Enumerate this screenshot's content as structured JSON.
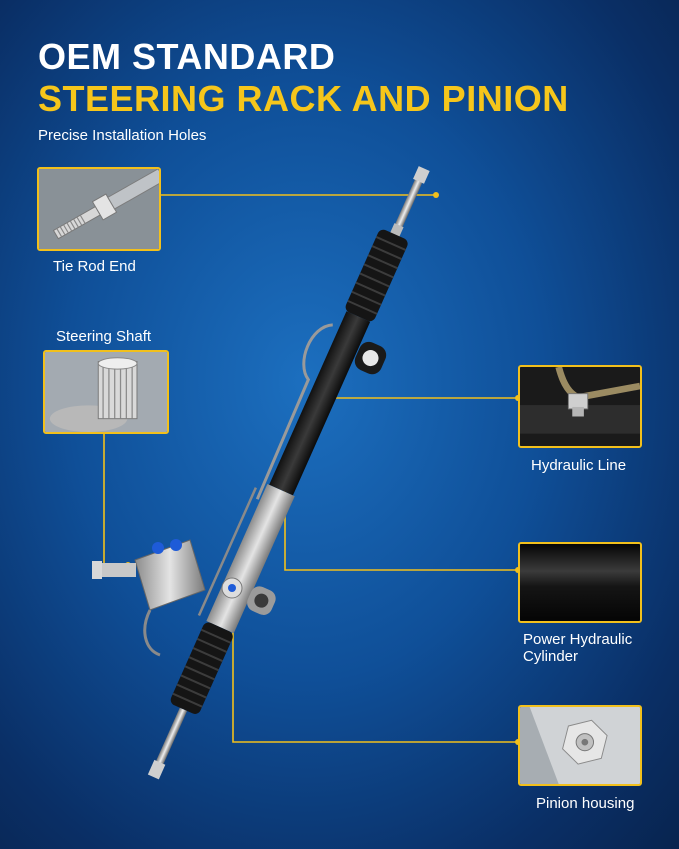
{
  "header": {
    "title_line1": "OEM STANDARD",
    "title_line2": "STEERING RACK AND PINION",
    "subtitle": "Precise Installation Holes"
  },
  "callouts": {
    "tie_rod_end": "Tie Rod End",
    "steering_shaft": "Steering Shaft",
    "hydraulic_line": "Hydraulic Line",
    "power_hydraulic_cylinder_l1": "Power Hydraulic",
    "power_hydraulic_cylinder_l2": "Cylinder",
    "pinion_housing": "Pinion housing"
  },
  "colors": {
    "accent": "#f2c01c",
    "title_yellow": "#f6c61b",
    "background": "#0f4f98"
  }
}
